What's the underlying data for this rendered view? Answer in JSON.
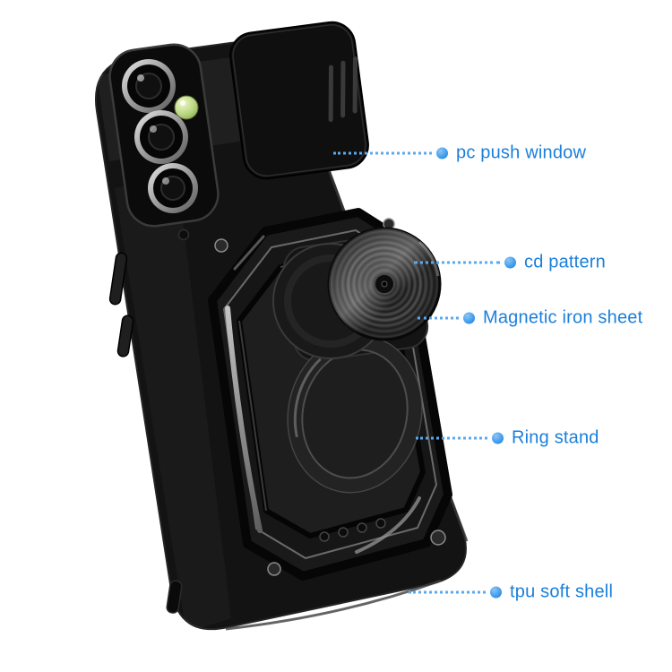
{
  "page": {
    "background_color": "#ffffff",
    "accent_color": "#1a7fdb",
    "dot_color": "#3f9ced",
    "leader_line_style": "dotted"
  },
  "product": {
    "description": "black armor phone case with sliding camera cover, cd-pattern magnetic plate and ring stand",
    "case_color": "#131313",
    "lens_ring_color": "#cccccc",
    "lens_glow_color": "#cde69a"
  },
  "callouts": [
    {
      "id": "pc-push-window",
      "label": "pc push window"
    },
    {
      "id": "cd-pattern",
      "label": "cd pattern"
    },
    {
      "id": "magnetic-iron-sheet",
      "label": "Magnetic iron sheet"
    },
    {
      "id": "ring-stand",
      "label": "Ring stand"
    },
    {
      "id": "tpu-soft-shell",
      "label": "tpu soft shell"
    }
  ]
}
